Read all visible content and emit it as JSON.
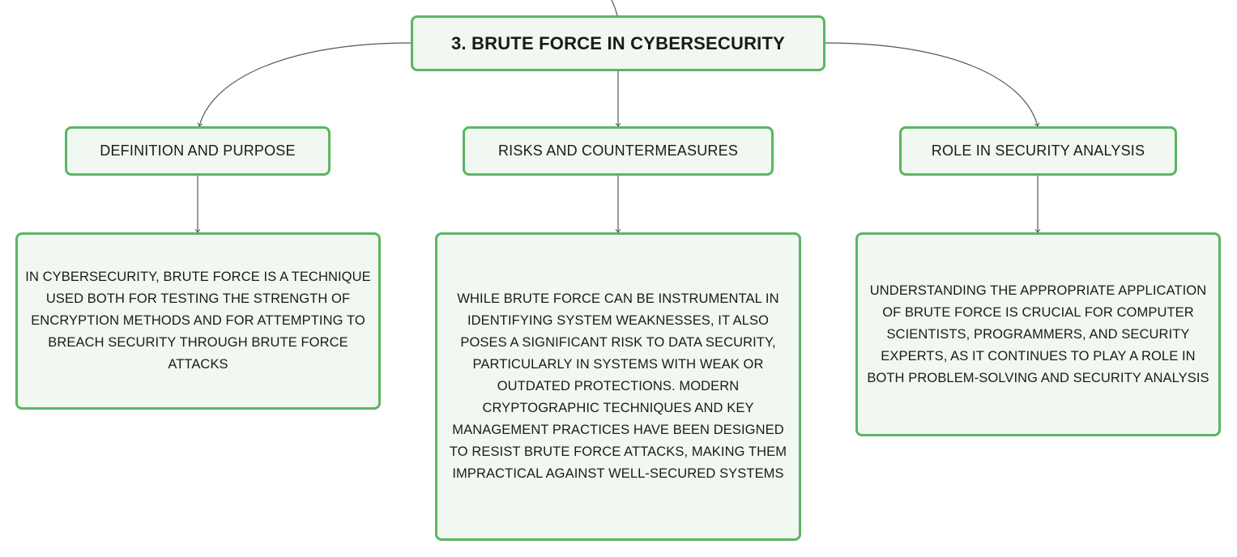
{
  "root": {
    "title": "3. BRUTE FORCE IN CYBERSECURITY"
  },
  "branches": [
    {
      "label": "DEFINITION AND PURPOSE",
      "detail": "IN CYBERSECURITY, BRUTE FORCE IS A TECHNIQUE USED BOTH FOR TESTING THE STRENGTH OF ENCRYPTION METHODS AND FOR ATTEMPTING TO BREACH SECURITY THROUGH BRUTE FORCE ATTACKS"
    },
    {
      "label": "RISKS AND COUNTERMEASURES",
      "detail": "WHILE BRUTE FORCE CAN BE INSTRUMENTAL IN IDENTIFYING SYSTEM WEAKNESSES, IT ALSO POSES A SIGNIFICANT RISK TO DATA SECURITY, PARTICULARLY IN SYSTEMS WITH WEAK OR OUTDATED PROTECTIONS. MODERN CRYPTOGRAPHIC TECHNIQUES AND KEY MANAGEMENT PRACTICES HAVE BEEN DESIGNED TO RESIST BRUTE FORCE ATTACKS, MAKING THEM IMPRACTICAL AGAINST WELL-SECURED SYSTEMS"
    },
    {
      "label": "ROLE IN SECURITY ANALYSIS",
      "detail": "UNDERSTANDING THE APPROPRIATE APPLICATION OF BRUTE FORCE IS CRUCIAL FOR COMPUTER SCIENTISTS, PROGRAMMERS, AND SECURITY EXPERTS, AS IT CONTINUES TO PLAY A ROLE IN BOTH PROBLEM-SOLVING AND SECURITY ANALYSIS"
    }
  ],
  "colors": {
    "node_border": "#5cb563",
    "node_fill": "#f1f8f1",
    "connector": "#555555"
  }
}
